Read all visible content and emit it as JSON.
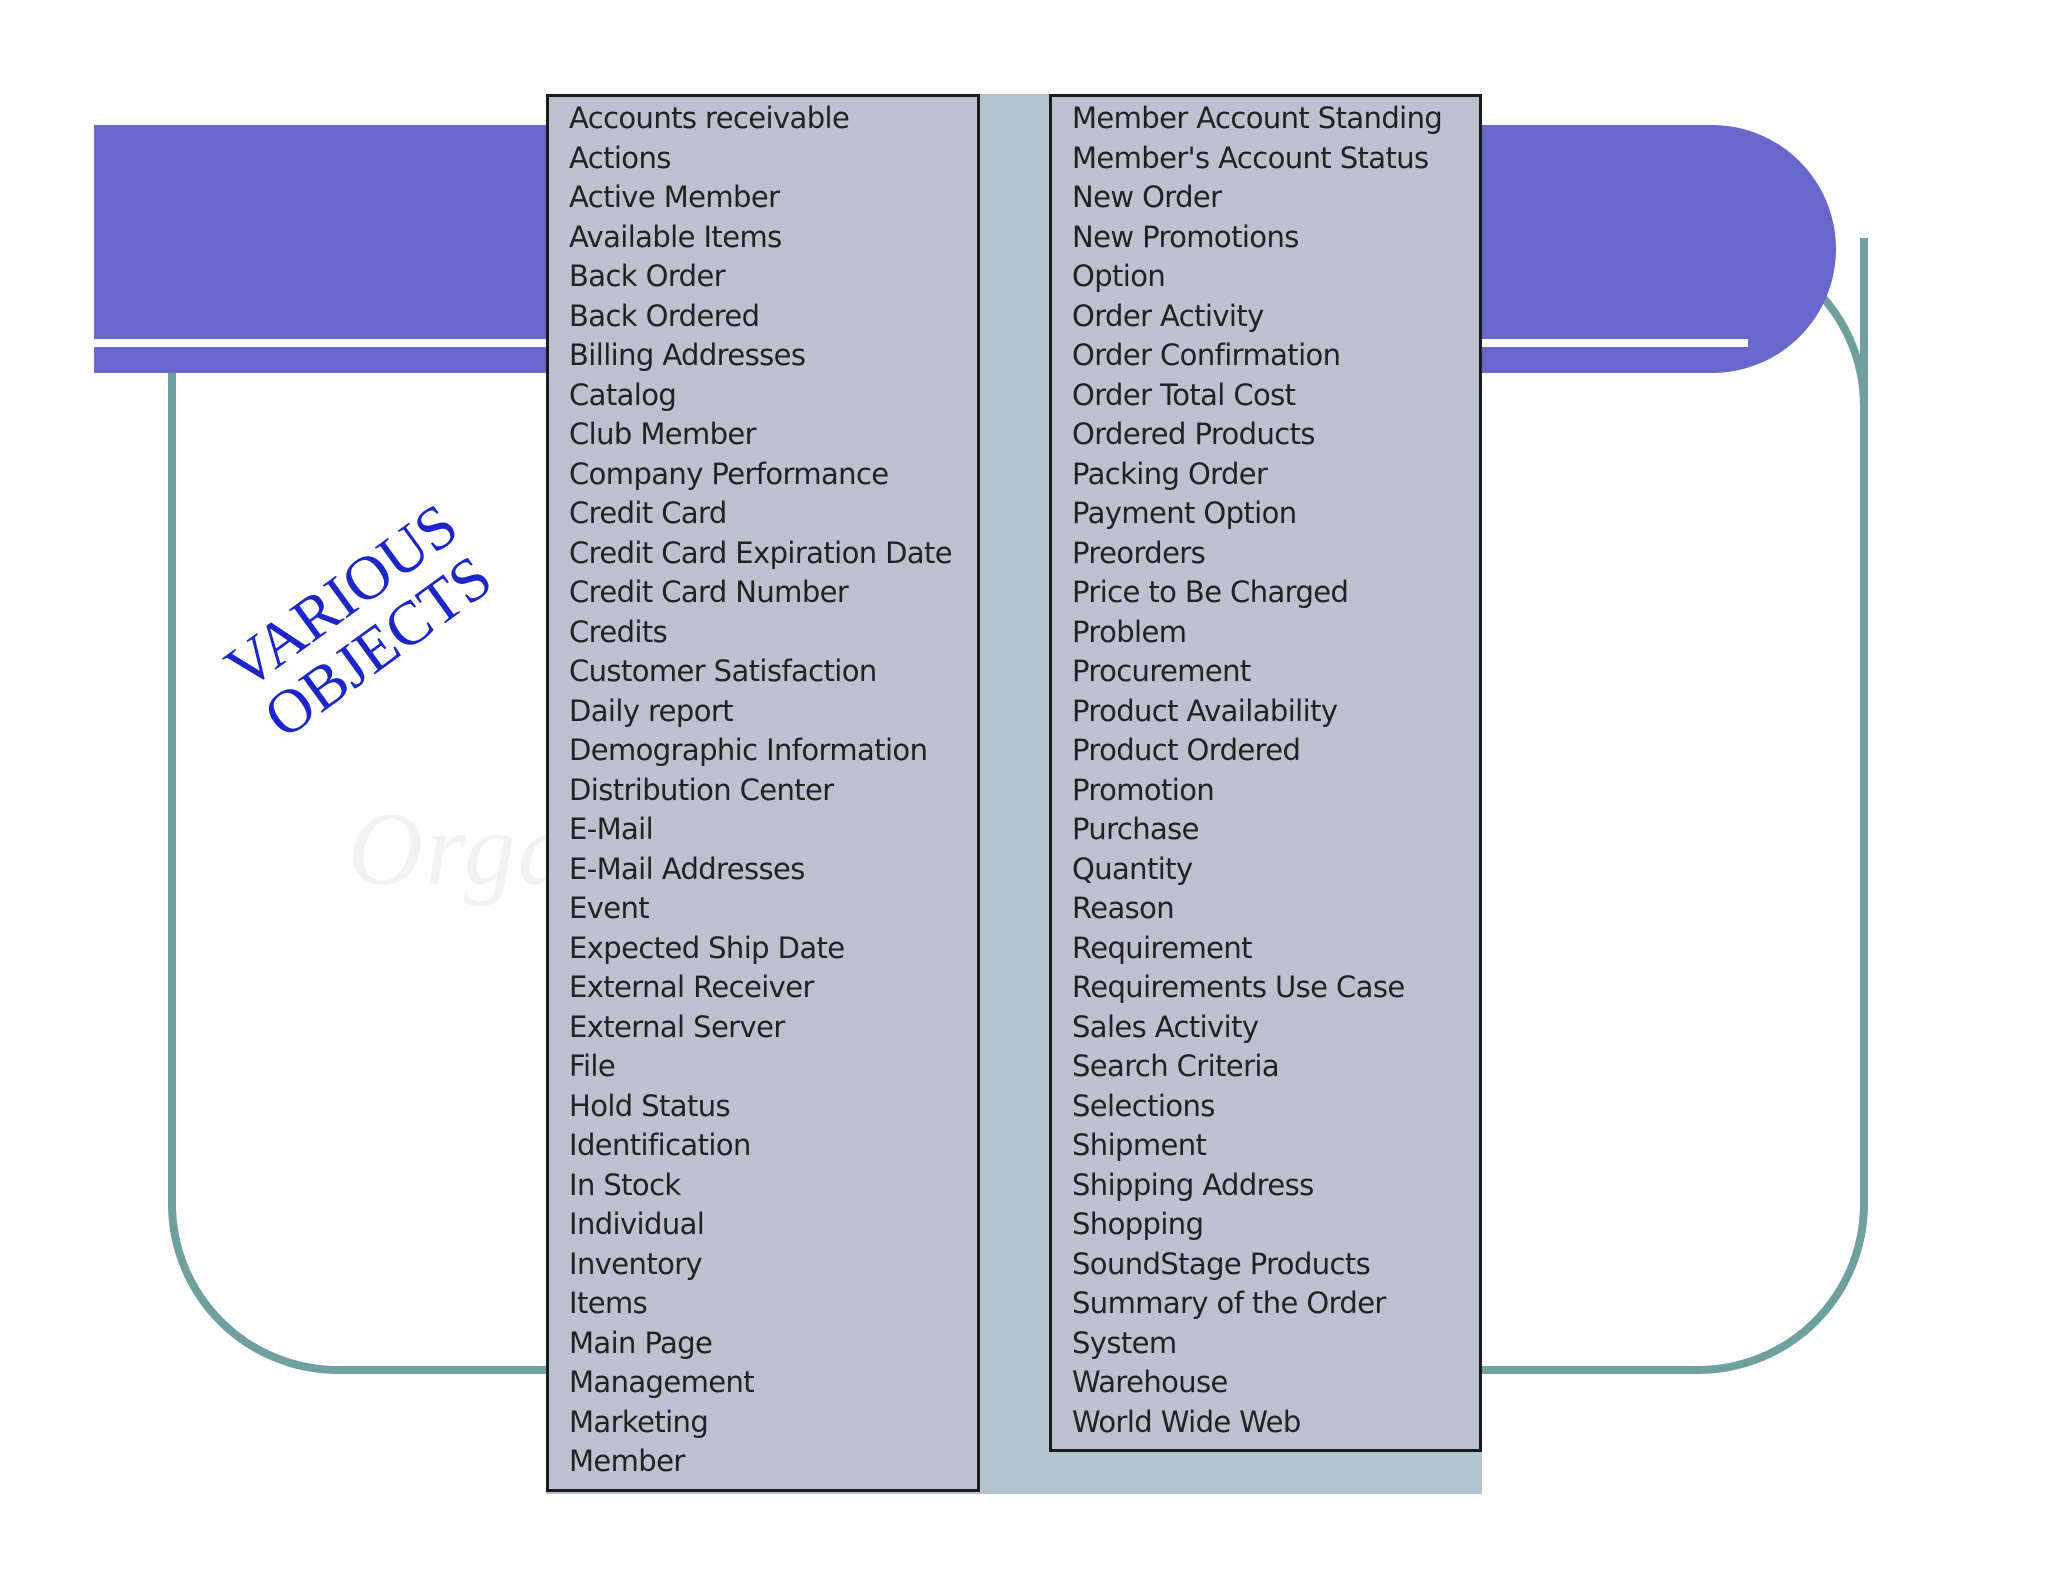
{
  "slide": {
    "title": "VARIOUS\nOBJECTS",
    "ghost_text": "Orga                                    TU)"
  },
  "colors": {
    "banner": "#6867cc",
    "frame": "#6f9f9e",
    "title": "#1a26c8",
    "list_background": "#bbc1cf",
    "backdrop": "#b2c3cf"
  },
  "left_column": [
    "Accounts receivable",
    "Actions",
    "Active Member",
    "Available Items",
    "Back Order",
    "Back Ordered",
    "Billing Addresses",
    "Catalog",
    "Club Member",
    "Company Performance",
    "Credit Card",
    "Credit Card Expiration Date",
    "Credit Card Number",
    "Credits",
    "Customer Satisfaction",
    "Daily report",
    "Demographic Information",
    "Distribution Center",
    "E-Mail",
    "E-Mail Addresses",
    "Event",
    "Expected Ship Date",
    "External Receiver",
    "External Server",
    "File",
    "Hold Status",
    "Identification",
    "In Stock",
    "Individual",
    "Inventory",
    "Items",
    "Main Page",
    "Management",
    "Marketing",
    "Member"
  ],
  "right_column": [
    "Member Account Standing",
    "Member's Account Status",
    "New Order",
    "New Promotions",
    "Option",
    "Order Activity",
    "Order Confirmation",
    "Order Total Cost",
    "Ordered Products",
    "Packing Order",
    "Payment Option",
    "Preorders",
    "Price to Be Charged",
    "Problem",
    "Procurement",
    "Product Availability",
    "Product Ordered",
    "Promotion",
    "Purchase",
    "Quantity",
    "Reason",
    "Requirement",
    "Requirements Use Case",
    "Sales Activity",
    "Search Criteria",
    "Selections",
    "Shipment",
    "Shipping Address",
    "Shopping",
    "SoundStage Products",
    "Summary of the Order",
    "System",
    "Warehouse",
    "World Wide Web"
  ]
}
